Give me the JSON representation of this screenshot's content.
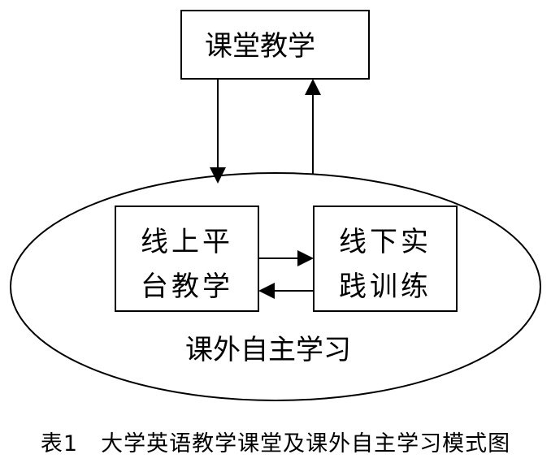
{
  "diagram": {
    "classroom_box": {
      "label": "课堂教学"
    },
    "outer_ellipse": {
      "label": "课外自主学习"
    },
    "online_box": {
      "line1": "线上平",
      "line2": "台教学"
    },
    "offline_box": {
      "line1": "线下实",
      "line2": "践训练"
    }
  },
  "caption": {
    "number": "表1",
    "text": "大学英语教学课堂及课外自主学习模式图"
  },
  "colors": {
    "stroke": "#000000",
    "background": "#ffffff"
  }
}
